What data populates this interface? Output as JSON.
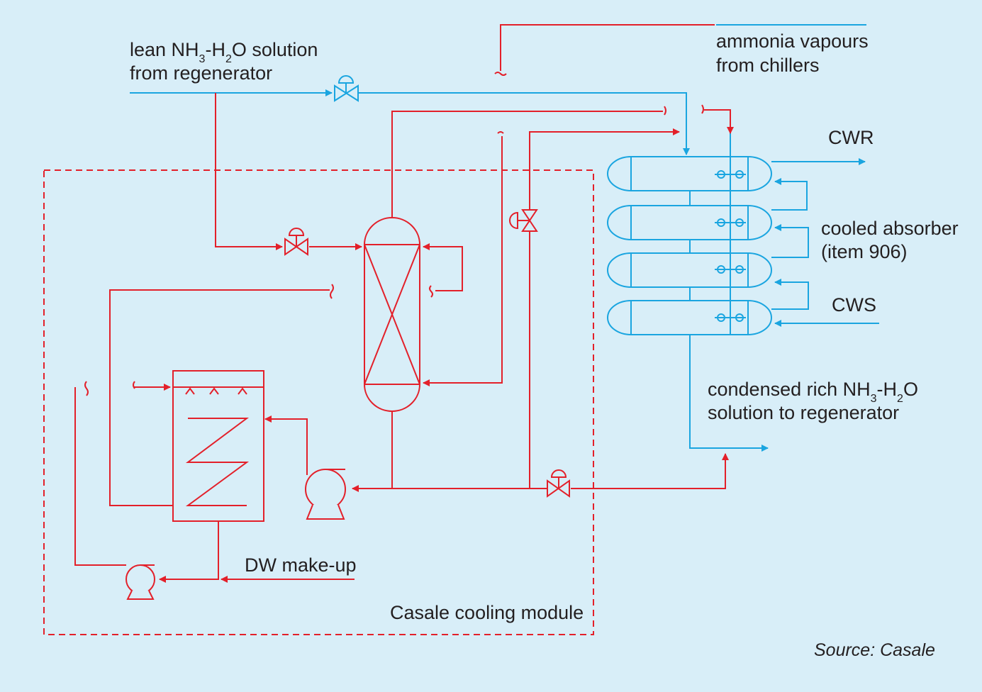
{
  "colors": {
    "background": "#d8eef8",
    "process_red": "#e3202a",
    "cooling_blue": "#1aa5e0",
    "text": "#231f20"
  },
  "labels": {
    "lean_line1_a": "lean NH",
    "lean_line1_sub3": "3",
    "lean_line1_b": "-H",
    "lean_line1_sub2": "2",
    "lean_line1_c": "O solution",
    "lean_line2": "from regenerator",
    "ammonia_line1": "ammonia vapours",
    "ammonia_line2": "from chillers",
    "cwr": "CWR",
    "absorber_line1": "cooled absorber",
    "absorber_line2": "(item 906)",
    "cws": "CWS",
    "rich_line1_a": "condensed rich NH",
    "rich_line1_sub3": "3",
    "rich_line1_b": "-H",
    "rich_line1_sub2": "2",
    "rich_line1_c": "O",
    "rich_line2": "solution to regenerator",
    "dw_makeup": "DW make-up",
    "module": "Casale cooling module",
    "source": "Source: Casale"
  }
}
